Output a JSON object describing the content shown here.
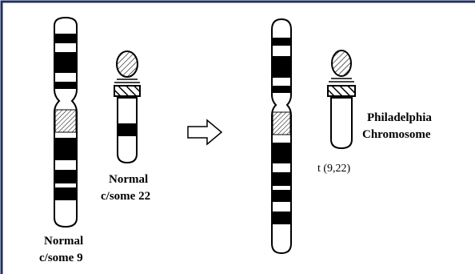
{
  "labels": {
    "c9_line1": "Normal",
    "c9_line2": "c/some 9",
    "c22_line1": "Normal",
    "c22_line2": "c/some 22",
    "ph_line1": "Philadelphia",
    "ph_line2": "Chromosome",
    "translocation": "t (9,22)"
  },
  "colors": {
    "border": "#1f2f5f",
    "band": "#000000",
    "outline": "#000000",
    "background": "#ffffff"
  },
  "icons": {
    "arrow": "right-arrow-icon"
  }
}
